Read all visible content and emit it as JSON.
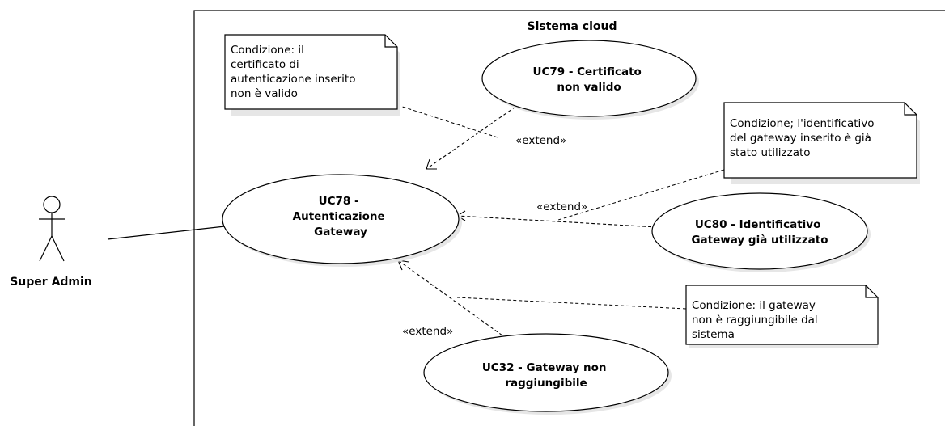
{
  "system": {
    "title": "Sistema cloud"
  },
  "actor": {
    "name": "Super Admin"
  },
  "use_cases": {
    "uc78": {
      "lines": [
        "UC78 -",
        "Autenticazione",
        "Gateway"
      ]
    },
    "uc79": {
      "lines": [
        "UC79 - Certificato",
        "non valido"
      ]
    },
    "uc80": {
      "lines": [
        "UC80 - Identificativo",
        "Gateway già utilizzato"
      ]
    },
    "uc32": {
      "lines": [
        "UC32 - Gateway non",
        "raggiungibile"
      ]
    }
  },
  "notes": {
    "note1": {
      "lines": [
        "Condizione: il",
        "certificato di",
        "autenticazione inserito",
        "non è valido"
      ]
    },
    "note2": {
      "lines": [
        "Condizione; l'identificativo",
        "del gateway inserito è già",
        "stato utilizzato"
      ]
    },
    "note3": {
      "lines": [
        "Condizione: il gateway",
        "non è raggiungibile dal",
        "sistema"
      ]
    }
  },
  "relations": {
    "extend_uc79": "«extend»",
    "extend_uc80": "«extend»",
    "extend_uc32": "«extend»"
  }
}
